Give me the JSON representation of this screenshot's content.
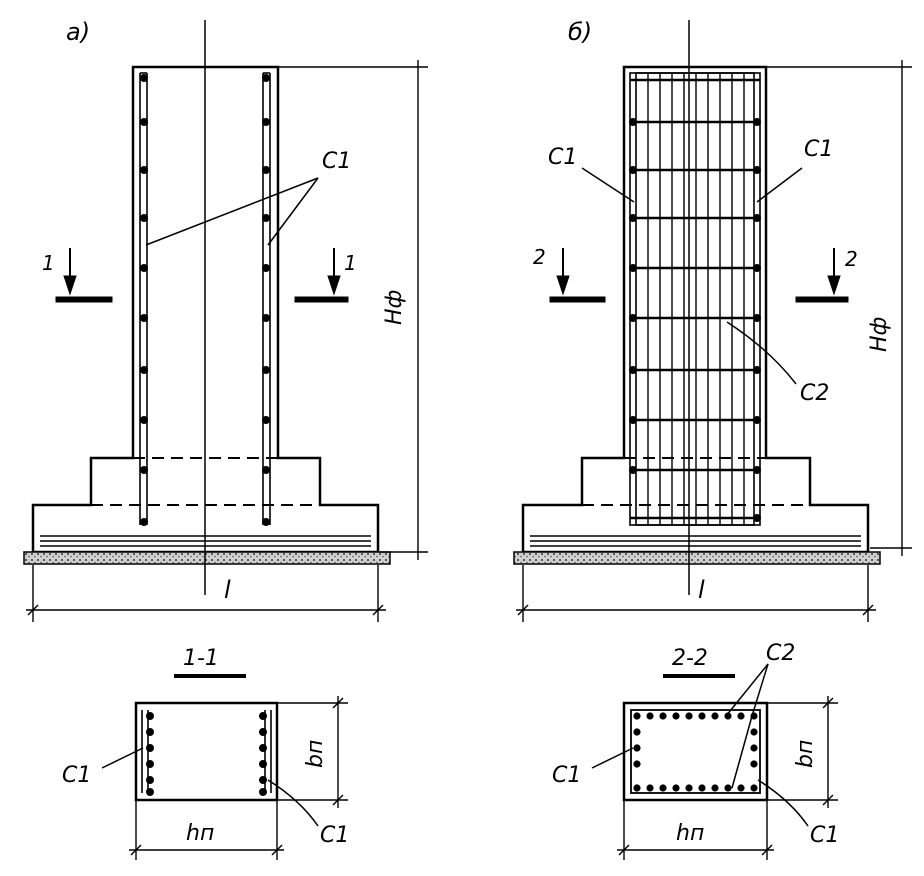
{
  "panels": {
    "a": {
      "tag": "а)",
      "section_marks": {
        "left": "1",
        "right": "1"
      },
      "callouts": {
        "c1": "С1"
      },
      "dimensions": {
        "length": "l",
        "height": "Hф"
      },
      "section": {
        "title": "1-1",
        "callouts": {
          "c1_left": "С1",
          "c1_right": "С1"
        },
        "dimensions": {
          "width": "hп",
          "depth": "bп"
        }
      }
    },
    "b": {
      "tag": "б)",
      "section_marks": {
        "left": "2",
        "right": "2"
      },
      "callouts": {
        "c1_left": "С1",
        "c1_right": "С1",
        "c2": "С2"
      },
      "dimensions": {
        "length": "l",
        "height": "Hф"
      },
      "section": {
        "title": "2-2",
        "callouts": {
          "c2": "С2",
          "c1_left": "С1",
          "c1_right": "С1"
        },
        "dimensions": {
          "width": "hп",
          "depth": "bп"
        }
      }
    }
  }
}
